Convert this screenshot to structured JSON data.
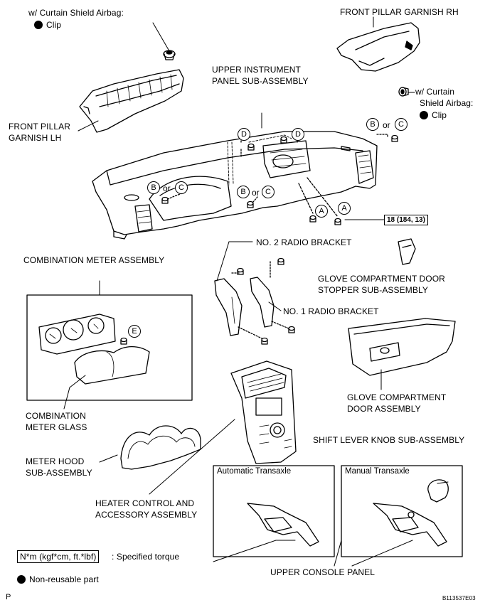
{
  "labels": {
    "curtain_top": "w/ Curtain Shield Airbag:",
    "clip": "Clip",
    "front_pillar_rh": "FRONT PILLAR GARNISH RH",
    "upper_ip_1": "UPPER INSTRUMENT",
    "upper_ip_2": "PANEL SUB-ASSEMBLY",
    "curtain_right_1": "w/ Curtain",
    "curtain_right_2": "Shield Airbag:",
    "front_pillar_lh_1": "FRONT PILLAR",
    "front_pillar_lh_2": "GARNISH LH",
    "torque_value": "18 (184, 13)",
    "combination_meter": "COMBINATION METER ASSEMBLY",
    "no2_radio": "NO. 2 RADIO BRACKET",
    "glove_stopper_1": "GLOVE COMPARTMENT DOOR",
    "glove_stopper_2": "STOPPER SUB-ASSEMBLY",
    "no1_radio": "NO. 1 RADIO BRACKET",
    "meter_glass_1": "COMBINATION",
    "meter_glass_2": "METER GLASS",
    "glove_door_1": "GLOVE COMPARTMENT",
    "glove_door_2": "DOOR ASSEMBLY",
    "shift_knob": "SHIFT LEVER KNOB SUB-ASSEMBLY",
    "meter_hood_1": "METER HOOD",
    "meter_hood_2": "SUB-ASSEMBLY",
    "auto_transaxle": "Automatic Transaxle",
    "manual_transaxle": "Manual Transaxle",
    "heater_1": "HEATER CONTROL AND",
    "heater_2": "ACCESSORY ASSEMBLY",
    "torque_legend_box": "N*m (kgf*cm, ft.*lbf)",
    "torque_legend_text": ": Specified torque",
    "upper_console": "UPPER CONSOLE PANEL",
    "non_reusable": "Non-reusable part",
    "page_letter": "P",
    "figure_code": "B113537E03",
    "or": "or"
  },
  "markers": {
    "A": "A",
    "B": "B",
    "C": "C",
    "D": "D",
    "E": "E"
  }
}
